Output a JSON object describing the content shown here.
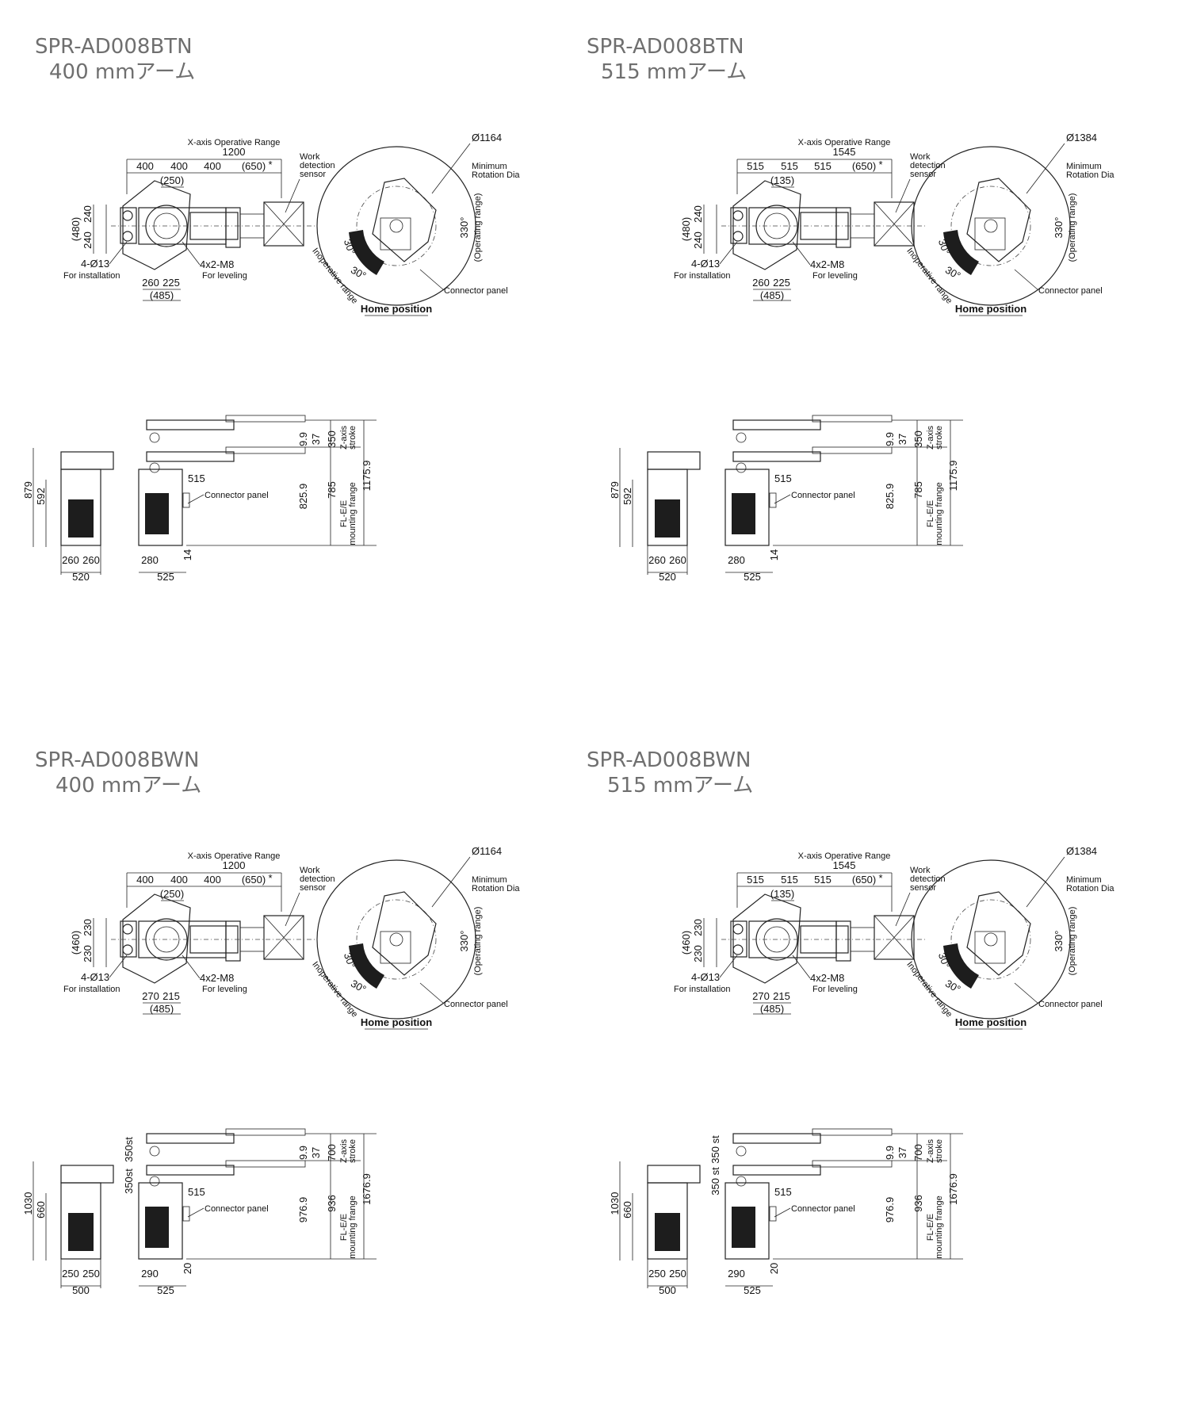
{
  "panels": [
    {
      "model": "SPR-AD008BTN",
      "arm": "400 mmアーム",
      "x_range_label": "X-axis Operative Range",
      "x_range": "1200",
      "seg1": "400",
      "seg2": "400",
      "seg3": "400",
      "seg_extra": "(650)",
      "star": "*",
      "sub": "(250)",
      "work_sensor": [
        "Work",
        "detection",
        "sensor"
      ],
      "dia": "Ø1164",
      "min_rot": [
        "Minimum",
        "Rotation Dia"
      ],
      "op_angle": "330°",
      "op_range": "(Operating range)",
      "in_angle_a": "30°",
      "in_angle_b": "30°",
      "inop": "Inoperative range",
      "home": "Home position",
      "conn": "Connector panel",
      "h_total": "(480)",
      "h_a": "240",
      "h_b": "240",
      "inst": "4-Ø13",
      "inst_note": "For installation",
      "lev": "4x2-M8",
      "lev_note": "For leveling",
      "b_a": "260",
      "b_b": "225",
      "b_total": "(485)",
      "s_total": "879",
      "s_base": "592",
      "s_w1": "260",
      "s_w2": "260",
      "s_w": "520",
      "side_top_st": "",
      "side_mid_st": "",
      "s_515": "515",
      "s_280": "280",
      "s_525": "525",
      "s_14": "14",
      "s_99": "9.9",
      "s_37": "37",
      "s_z": "350",
      "z_stroke": [
        "Z-axis",
        "stroke"
      ],
      "s_8259": "825.9",
      "s_785": "785",
      "s_11759": "1175.9",
      "fle": [
        "FL-E/E",
        "mounting frange"
      ]
    },
    {
      "model": "SPR-AD008BTN",
      "arm": "515 mmアーム",
      "x_range_label": "X-axis Operative Range",
      "x_range": "1545",
      "seg1": "515",
      "seg2": "515",
      "seg3": "515",
      "seg_extra": "(650)",
      "star": "*",
      "sub": "(135)",
      "work_sensor": [
        "Work",
        "detection",
        "sensor"
      ],
      "dia": "Ø1384",
      "min_rot": [
        "Minimum",
        "Rotation Dia"
      ],
      "op_angle": "330°",
      "op_range": "(Operating range)",
      "in_angle_a": "30°",
      "in_angle_b": "30°",
      "inop": "Inoperative range",
      "home": "Home position",
      "conn": "Connector panel",
      "h_total": "(480)",
      "h_a": "240",
      "h_b": "240",
      "inst": "4-Ø13",
      "inst_note": "For installation",
      "lev": "4x2-M8",
      "lev_note": "For leveling",
      "b_a": "260",
      "b_b": "225",
      "b_total": "(485)",
      "s_total": "879",
      "s_base": "592",
      "s_w1": "260",
      "s_w2": "260",
      "s_w": "520",
      "side_top_st": "",
      "side_mid_st": "",
      "s_515": "515",
      "s_280": "280",
      "s_525": "525",
      "s_14": "14",
      "s_99": "9.9",
      "s_37": "37",
      "s_z": "350",
      "z_stroke": [
        "Z-axis",
        "stroke"
      ],
      "s_8259": "825.9",
      "s_785": "785",
      "s_11759": "1175.9",
      "fle": [
        "FL-E/E",
        "mounting frange"
      ]
    },
    {
      "model": "SPR-AD008BWN",
      "arm": "400 mmアーム",
      "x_range_label": "X-axis Operative Range",
      "x_range": "1200",
      "seg1": "400",
      "seg2": "400",
      "seg3": "400",
      "seg_extra": "(650)",
      "star": "*",
      "sub": "(250)",
      "work_sensor": [
        "Work",
        "detection",
        "sensor"
      ],
      "dia": "Ø1164",
      "min_rot": [
        "Minimum",
        "Rotation Dia"
      ],
      "op_angle": "330°",
      "op_range": "(Operating range)",
      "in_angle_a": "30°",
      "in_angle_b": "30°",
      "inop": "Inoperative range",
      "home": "Home position",
      "conn": "Connector panel",
      "h_total": "(460)",
      "h_a": "230",
      "h_b": "230",
      "inst": "4-Ø13",
      "inst_note": "For installation",
      "lev": "4x2-M8",
      "lev_note": "For leveling",
      "b_a": "270",
      "b_b": "215",
      "b_total": "(485)",
      "s_total": "1030",
      "s_base": "660",
      "s_w1": "250",
      "s_w2": "250",
      "s_w": "500",
      "side_top_st": "350st",
      "side_mid_st": "350st",
      "s_515": "515",
      "s_280": "290",
      "s_525": "525",
      "s_14": "20",
      "s_99": "9.9",
      "s_37": "37",
      "s_z": "700",
      "z_stroke": [
        "Z-axis",
        "stroke"
      ],
      "s_8259": "976.9",
      "s_785": "936",
      "s_11759": "1676.9",
      "fle": [
        "FL-E/E",
        "mounting frange"
      ]
    },
    {
      "model": "SPR-AD008BWN",
      "arm": "515 mmアーム",
      "x_range_label": "X-axis Operative Range",
      "x_range": "1545",
      "seg1": "515",
      "seg2": "515",
      "seg3": "515",
      "seg_extra": "(650)",
      "star": "*",
      "sub": "(135)",
      "work_sensor": [
        "Work",
        "detection",
        "sensor"
      ],
      "dia": "Ø1384",
      "min_rot": [
        "Minimum",
        "Rotation Dia"
      ],
      "op_angle": "330°",
      "op_range": "(Operating range)",
      "in_angle_a": "30°",
      "in_angle_b": "30°",
      "inop": "Inoperative range",
      "home": "Home position",
      "conn": "Connector panel",
      "h_total": "(460)",
      "h_a": "230",
      "h_b": "230",
      "inst": "4-Ø13",
      "inst_note": "For installation",
      "lev": "4x2-M8",
      "lev_note": "For leveling",
      "b_a": "270",
      "b_b": "215",
      "b_total": "(485)",
      "s_total": "1030",
      "s_base": "660",
      "s_w1": "250",
      "s_w2": "250",
      "s_w": "500",
      "side_top_st": "350 st",
      "side_mid_st": "350 st",
      "s_515": "515",
      "s_280": "290",
      "s_525": "525",
      "s_14": "20",
      "s_99": "9.9",
      "s_37": "37",
      "s_z": "700",
      "z_stroke": [
        "Z-axis",
        "stroke"
      ],
      "s_8259": "976.9",
      "s_785": "936",
      "s_11759": "1676.9",
      "fle": [
        "FL-E/E",
        "mounting frange"
      ]
    }
  ]
}
